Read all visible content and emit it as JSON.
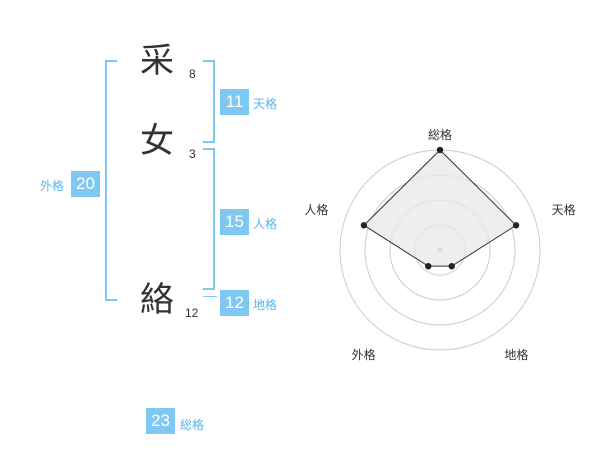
{
  "name_chars": [
    {
      "char": "采",
      "strokes": "8"
    },
    {
      "char": "女",
      "strokes": "3"
    },
    {
      "char": "絡",
      "strokes": "12"
    }
  ],
  "fortunes": {
    "tenkaku": {
      "value": "11",
      "label": "天格"
    },
    "jinkaku": {
      "value": "15",
      "label": "人格"
    },
    "chikaku": {
      "value": "12",
      "label": "地格"
    },
    "gaikaku": {
      "value": "20",
      "label": "外格"
    },
    "soukaku": {
      "value": "23",
      "label": "総格"
    }
  },
  "chart_data": {
    "type": "radar",
    "axes": [
      "総格",
      "天格",
      "地格",
      "外格",
      "人格"
    ],
    "values": [
      5,
      4,
      1,
      1,
      4
    ],
    "max": 5,
    "rings": 4,
    "colors": {
      "fill": "#e8e8e8",
      "stroke": "#333333",
      "ring": "#cccccc",
      "accent": "#7ec8f2"
    }
  }
}
